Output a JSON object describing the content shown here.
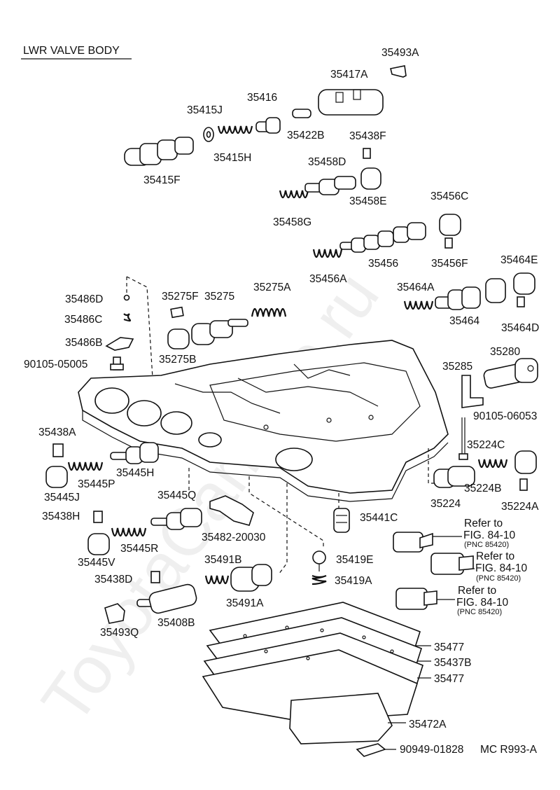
{
  "title": "LWR VALVE BODY",
  "watermark": "ToyotaCarMine.ru",
  "figure_code": "MC R993-A",
  "parts": {
    "p35493A": "35493A",
    "p35417A": "35417A",
    "p35416": "35416",
    "p35415J": "35415J",
    "p35422B": "35422B",
    "p35438F": "35438F",
    "p35415H": "35415H",
    "p35415F": "35415F",
    "p35458D": "35458D",
    "p35458E": "35458E",
    "p35458G": "35458G",
    "p35456C": "35456C",
    "p35456": "35456",
    "p35456F": "35456F",
    "p35456A": "35456A",
    "p35464E": "35464E",
    "p35464A": "35464A",
    "p35464": "35464",
    "p35464D": "35464D",
    "p35486D": "35486D",
    "p35275F": "35275F",
    "p35275": "35275",
    "p35275A": "35275A",
    "p35486C": "35486C",
    "p35486B": "35486B",
    "p35275B": "35275B",
    "p90105_05005": "90105-05005",
    "p35280": "35280",
    "p35285": "35285",
    "p90105_06053": "90105-06053",
    "p35438A": "35438A",
    "p35224C": "35224C",
    "p35445H": "35445H",
    "p35445P": "35445P",
    "p35445J": "35445J",
    "p35224B": "35224B",
    "p35445Q": "35445Q",
    "p35224": "35224",
    "p35224A": "35224A",
    "p35438H": "35438H",
    "p35441C": "35441C",
    "p35482_20030": "35482-20030",
    "p35445R": "35445R",
    "p35445V": "35445V",
    "p35491B": "35491B",
    "p35419E": "35419E",
    "p35438D": "35438D",
    "p35419A": "35419A",
    "p35491A": "35491A",
    "p35408B": "35408B",
    "p35493Q": "35493Q",
    "p35477_top": "35477",
    "p35437B": "35437B",
    "p35477_bottom": "35477",
    "p35472A": "35472A",
    "p90949_01828": "90949-01828"
  },
  "refs": [
    {
      "refer": "Refer to",
      "fig": "FIG. 84-10",
      "pnc": "(PNC 85420)"
    },
    {
      "refer": "Refer to",
      "fig": "FIG. 84-10",
      "pnc": "(PNC 85420)"
    },
    {
      "refer": "Refer to",
      "fig": "FIG. 84-10",
      "pnc": "(PNC 85420)"
    }
  ]
}
